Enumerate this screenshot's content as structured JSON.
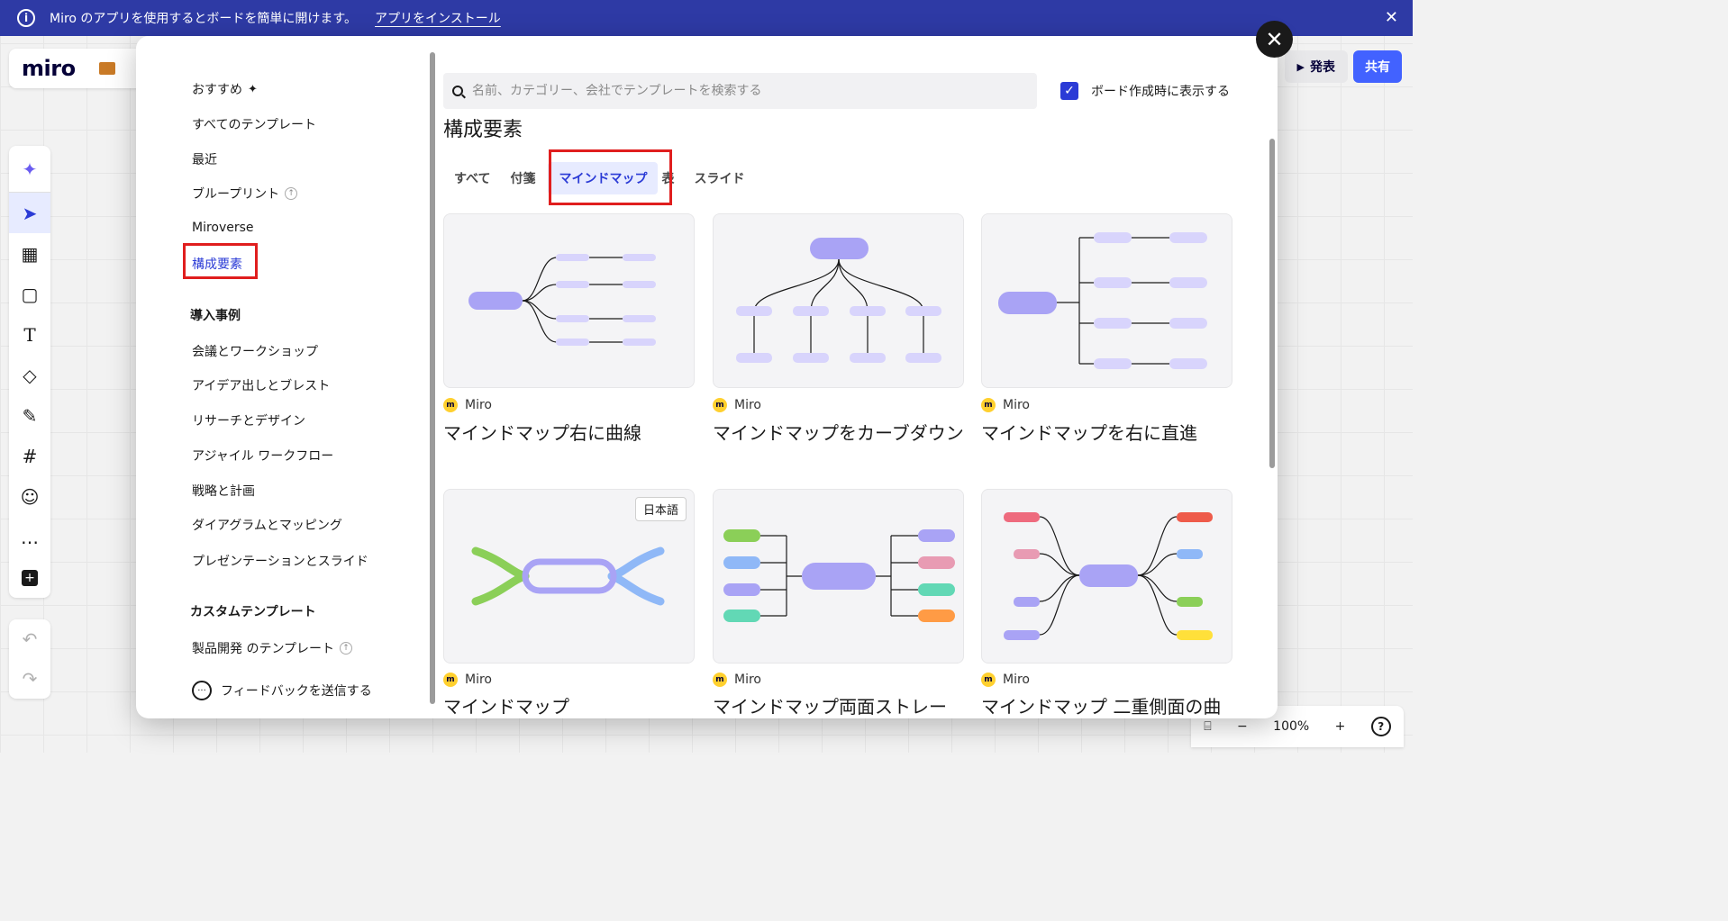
{
  "banner": {
    "message": "Miro のアプリを使用するとボードを簡単に開けます。",
    "install_link": "アプリをインストール"
  },
  "topbar": {
    "logo": "miro",
    "present_label": "発表",
    "share_label": "共有"
  },
  "zoom": {
    "level": "100%"
  },
  "sidebar": {
    "items": [
      {
        "label": "おすすめ"
      },
      {
        "label": "すべてのテンプレート"
      },
      {
        "label": "最近"
      },
      {
        "label": "ブループリント"
      },
      {
        "label": "Miroverse"
      },
      {
        "label": "構成要素"
      }
    ],
    "section_cases": "導入事例",
    "case_items": [
      {
        "label": "会議とワークショップ"
      },
      {
        "label": "アイデア出しとブレスト"
      },
      {
        "label": "リサーチとデザイン"
      },
      {
        "label": "アジャイル ワークフロー"
      },
      {
        "label": "戦略と計画"
      },
      {
        "label": "ダイアグラムとマッピング"
      },
      {
        "label": "プレゼンテーションとスライド"
      }
    ],
    "section_custom": "カスタムテンプレート",
    "custom_item": "製品開発 のテンプレート",
    "feedback": "フィードバックを送信する"
  },
  "search": {
    "placeholder": "名前、カテゴリー、会社でテンプレートを検索する"
  },
  "show_on_create": {
    "label": "ボード作成時に表示する",
    "checked": true
  },
  "section_title": "構成要素",
  "tabs": [
    {
      "label": "すべて"
    },
    {
      "label": "付箋"
    },
    {
      "label": "マインドマップ"
    },
    {
      "label": "表"
    },
    {
      "label": "スライド"
    }
  ],
  "cards": [
    {
      "author": "Miro",
      "title": "マインドマップ右に曲線"
    },
    {
      "author": "Miro",
      "title": "マインドマップをカーブダウン"
    },
    {
      "author": "Miro",
      "title": "マインドマップを右に直進"
    },
    {
      "author": "Miro",
      "title": "マインドマップ",
      "badge": "日本語"
    },
    {
      "author": "Miro",
      "title": "マインドマップ両面ストレー"
    },
    {
      "author": "Miro",
      "title": "マインドマップ 二重側面の曲"
    }
  ],
  "colors": {
    "banner": "#2e3aa5",
    "accent": "#2b3bd6",
    "node_main": "#a9a3f5",
    "node_light": "#d8d4fc",
    "highlight": "#e01e1e"
  }
}
